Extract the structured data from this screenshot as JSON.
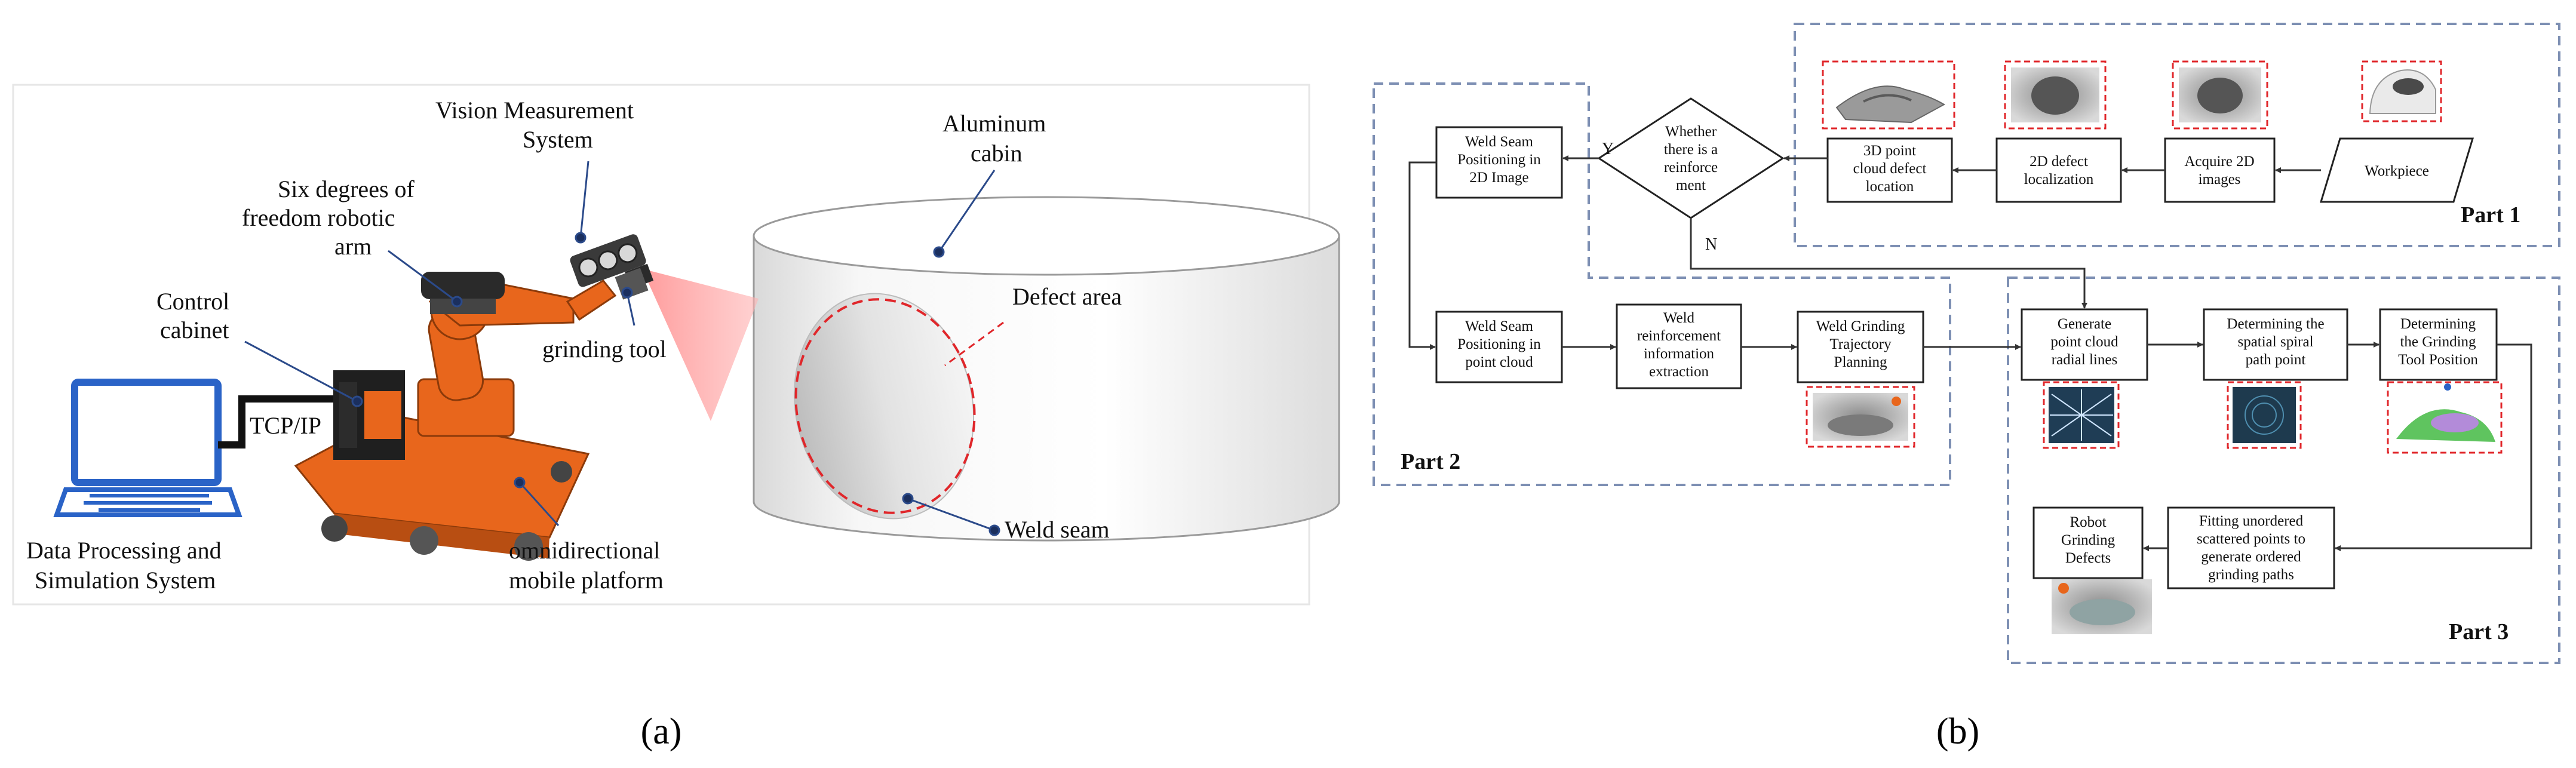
{
  "panel_a": {
    "caption": "(a)",
    "labels": {
      "vision_1": "Vision Measurement",
      "vision_2": "System",
      "cabin_1": "Aluminum",
      "cabin_2": "cabin",
      "arm_1": "Six degrees of",
      "arm_2": "freedom robotic",
      "arm_3": "arm",
      "control_1": "Control",
      "control_2": "cabinet",
      "defect": "Defect area",
      "grinding": "grinding tool",
      "tcp": "TCP/IP",
      "weld": "Weld seam",
      "dps_1": "Data Processing and",
      "dps_2": "Simulation System",
      "omni_1": "omnidirectional",
      "omni_2": "mobile platform"
    }
  },
  "panel_b": {
    "caption": "(b)",
    "part1": "Part 1",
    "part2": "Part 2",
    "part3": "Part 3",
    "yes": "Y",
    "no": "N",
    "nodes": {
      "workpiece": "Workpiece",
      "acquire_1": "Acquire 2D",
      "acquire_2": "images",
      "defect2d_1": "2D defect",
      "defect2d_2": "localization",
      "cloud3d_1": "3D point",
      "cloud3d_2": "cloud defect",
      "cloud3d_3": "location",
      "decision_1": "Whether",
      "decision_2": "there is a",
      "decision_3": "reinforce",
      "decision_4": "ment",
      "seam2d_1": "Weld Seam",
      "seam2d_2": "Positioning in",
      "seam2d_3": "2D Image",
      "seampc_1": "Weld Seam",
      "seampc_2": "Positioning in",
      "seampc_3": "point cloud",
      "reinf_1": "Weld",
      "reinf_2": "reinforcement",
      "reinf_3": "information",
      "reinf_4": "extraction",
      "traj_1": "Weld Grinding",
      "traj_2": "Trajectory",
      "traj_3": "Planning",
      "radial_1": "Generate",
      "radial_2": "point cloud",
      "radial_3": "radial lines",
      "spiral_1": "Determining the",
      "spiral_2": "spatial spiral",
      "spiral_3": "path point",
      "toolpos_1": "Determining",
      "toolpos_2": "the Grinding",
      "toolpos_3": "Tool Position",
      "fit_1": "Fitting unordered",
      "fit_2": "scattered points to",
      "fit_3": "generate ordered",
      "fit_4": "grinding paths",
      "robot_1": "Robot",
      "robot_2": "Grinding",
      "robot_3": "Defects"
    }
  },
  "colors": {
    "part_border": "#7d8fb3",
    "thumb_border": "#e0262a",
    "robot_orange": "#e8661c",
    "laptop_blue": "#2a63c7",
    "defect_dash": "#e0262a",
    "leader_dot": "#1b2f5e"
  }
}
